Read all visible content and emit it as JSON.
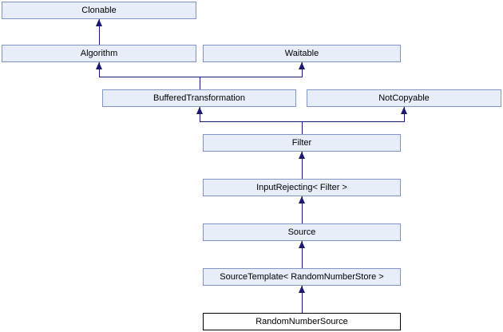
{
  "diagram": {
    "kind": "class-inheritance-diagram",
    "colors": {
      "node_fill": "#e8eef7",
      "node_border": "#8494c4",
      "edge": "#191970",
      "root_fill": "#ffffff",
      "root_border": "#000000",
      "text": "#000000",
      "background": "#ffffff"
    },
    "nodes": {
      "clonable": {
        "label": "Clonable"
      },
      "algorithm": {
        "label": "Algorithm"
      },
      "waitable": {
        "label": "Waitable"
      },
      "buffered_transformation": {
        "label": "BufferedTransformation"
      },
      "not_copyable": {
        "label": "NotCopyable"
      },
      "filter": {
        "label": "Filter"
      },
      "input_rejecting": {
        "label": "InputRejecting< Filter >"
      },
      "source": {
        "label": "Source"
      },
      "source_template": {
        "label": "SourceTemplate< RandomNumberStore >"
      },
      "random_number_source": {
        "label": "RandomNumberSource"
      }
    },
    "edges": [
      {
        "from": "Algorithm",
        "to": "Clonable"
      },
      {
        "from": "BufferedTransformation",
        "to": "Algorithm"
      },
      {
        "from": "BufferedTransformation",
        "to": "Waitable"
      },
      {
        "from": "Filter",
        "to": "BufferedTransformation"
      },
      {
        "from": "Filter",
        "to": "NotCopyable"
      },
      {
        "from": "InputRejecting< Filter >",
        "to": "Filter"
      },
      {
        "from": "Source",
        "to": "InputRejecting< Filter >"
      },
      {
        "from": "SourceTemplate< RandomNumberStore >",
        "to": "Source"
      },
      {
        "from": "RandomNumberSource",
        "to": "SourceTemplate< RandomNumberStore >"
      }
    ]
  }
}
